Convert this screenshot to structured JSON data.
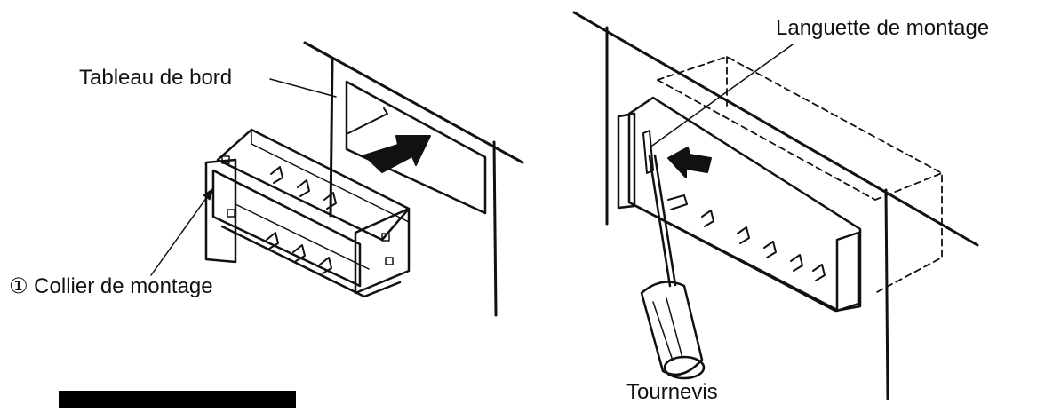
{
  "colors": {
    "ink": "#111111",
    "background": "#ffffff",
    "cover_bar": "#000000"
  },
  "left_figure": {
    "dashboard_label": "Tableau de bord",
    "sleeve_label": "① Collier de montage"
  },
  "right_figure": {
    "tab_label": "Languette de montage",
    "screwdriver_label": "Tournevis"
  },
  "icons": {
    "insert_arrow": "insert-arrow-icon",
    "push_arrow": "push-arrow-icon"
  }
}
